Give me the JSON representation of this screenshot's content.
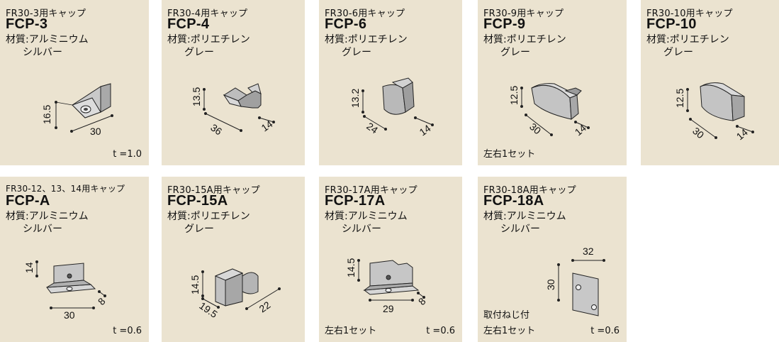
{
  "products": [
    {
      "subtitle": "FR30-3用キャップ",
      "model": "FCP-3",
      "material": "材質:アルミニウム",
      "color": "シルバー",
      "thickness": "t =1.0",
      "dims": [
        "16.5",
        "30"
      ]
    },
    {
      "subtitle": "FR30-4用キャップ",
      "model": "FCP-4",
      "material": "材質:ポリエチレン",
      "color": "グレー",
      "dims": [
        "13.5",
        "36",
        "14"
      ]
    },
    {
      "subtitle": "FR30-6用キャップ",
      "model": "FCP-6",
      "material": "材質:ポリエチレン",
      "color": "グレー",
      "dims": [
        "13.2",
        "24",
        "14"
      ]
    },
    {
      "subtitle": "FR30-9用キャップ",
      "model": "FCP-9",
      "material": "材質:ポリエチレン",
      "color": "グレー",
      "dims": [
        "12.5",
        "30",
        "14"
      ],
      "set_note": "左右1セット"
    },
    {
      "subtitle": "FR30-10用キャップ",
      "model": "FCP-10",
      "material": "材質:ポリエチレン",
      "color": "グレー",
      "dims": [
        "12.5",
        "30",
        "14"
      ]
    },
    {
      "subtitle": "FR30-12、13、14用キャップ",
      "model": "FCP-A",
      "material": "材質:アルミニウム",
      "color": "シルバー",
      "thickness": "t =0.6",
      "dims": [
        "14",
        "30",
        "8"
      ]
    },
    {
      "subtitle": "FR30-15A用キャップ",
      "model": "FCP-15A",
      "material": "材質:ポリエチレン",
      "color": "グレー",
      "dims": [
        "14.5",
        "19.5",
        "22"
      ]
    },
    {
      "subtitle": "FR30-17A用キャップ",
      "model": "FCP-17A",
      "material": "材質:アルミニウム",
      "color": "シルバー",
      "thickness": "t =0.6",
      "set_note": "左右1セット",
      "dims": [
        "14.5",
        "29",
        "8"
      ]
    },
    {
      "subtitle": "FR30-18A用キャップ",
      "model": "FCP-18A",
      "material": "材質:アルミニウム",
      "color": "シルバー",
      "thickness": "t =0.6",
      "set_note": "左右1セット",
      "extra_note": "取付ねじ付",
      "dims": [
        "32",
        "30"
      ]
    }
  ]
}
